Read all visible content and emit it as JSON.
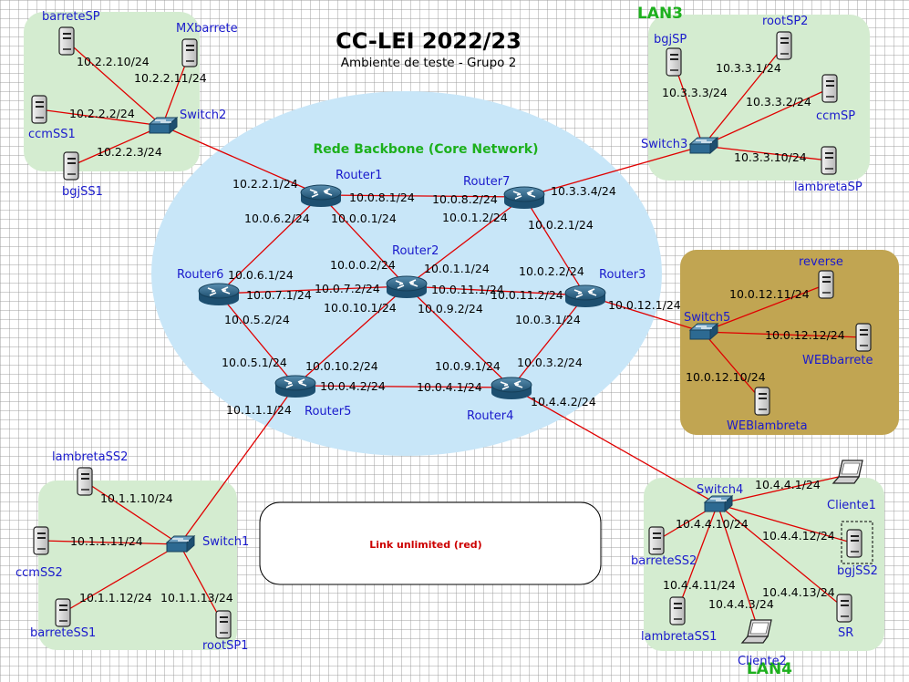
{
  "header": {
    "title": "CC-LEI 2022/23",
    "subtitle": "Ambiente de teste - Grupo 2"
  },
  "backbone_label": "Rede Backbone (Core Network)",
  "lan_labels": {
    "lan3": "LAN3",
    "lan4": "LAN4"
  },
  "legend": {
    "text": "Link unlimited (red)"
  },
  "colors": {
    "link": "#e00000",
    "backbone_fill": "#c8e6f8",
    "lan_fill": "#d4ecd0",
    "server_zone_fill": "#c1a552",
    "lan_title": "#1db01d",
    "node_label": "#1a1acc",
    "legend_text": "#cc0000"
  },
  "nodes": {
    "router1": "Router1",
    "router2": "Router2",
    "router3": "Router3",
    "router4": "Router4",
    "router5": "Router5",
    "router6": "Router6",
    "router7": "Router7",
    "switch1": "Switch1",
    "switch2": "Switch2",
    "switch3": "Switch3",
    "switch4": "Switch4",
    "switch5": "Switch5",
    "barreteSP": "barreteSP",
    "MXbarrete": "MXbarrete",
    "ccmSS1": "ccmSS1",
    "bgjSS1": "bgjSS1",
    "bgjSP": "bgjSP",
    "rootSP2": "rootSP2",
    "ccmSP": "ccmSP",
    "lambretaSP": "lambretaSP",
    "reverse": "reverse",
    "WEBbarrete": "WEBbarrete",
    "WEBlambreta": "WEBlambreta",
    "lambretaSS2": "lambretaSS2",
    "ccmSS2": "ccmSS2",
    "barreteSS1": "barreteSS1",
    "rootSP1": "rootSP1",
    "Cliente1": "Cliente1",
    "barreteSS2": "barreteSS2",
    "bgjSS2": "bgjSS2",
    "lambretaSS1": "lambretaSS1",
    "Cliente2": "Cliente2",
    "SR": "SR"
  },
  "addresses": {
    "a1": "10.2.2.10/24",
    "a2": "10.2.2.11/24",
    "a3": "10.2.2.2/24",
    "a4": "10.2.2.3/24",
    "a5": "10.2.2.1/24",
    "a6": "10.0.8.1/24",
    "a7": "10.0.8.2/24",
    "a8": "10.0.6.2/24",
    "a9": "10.0.0.1/24",
    "a10": "10.0.1.2/24",
    "a11": "10.3.3.4/24",
    "a12": "10.0.2.1/24",
    "a13": "10.3.3.1/24",
    "a14": "10.3.3.3/24",
    "a15": "10.3.3.2/24",
    "a16": "10.3.3.10/24",
    "a17": "10.0.0.2/24",
    "a18": "10.0.1.1/24",
    "a19": "10.0.6.1/24",
    "a20": "10.0.7.1/24",
    "a21": "10.0.7.2/24",
    "a22": "10.0.11.1/24",
    "a23": "10.0.11.2/24",
    "a24": "10.0.2.2/24",
    "a25": "10.0.10.1/24",
    "a26": "10.0.9.2/24",
    "a27": "10.0.12.1/24",
    "a28": "10.0.12.11/24",
    "a29": "10.0.12.12/24",
    "a30": "10.0.12.10/24",
    "a31": "10.0.5.2/24",
    "a32": "10.0.3.1/24",
    "a33": "10.0.5.1/24",
    "a34": "10.0.10.2/24",
    "a35": "10.0.9.1/24",
    "a36": "10.0.3.2/24",
    "a37": "10.0.4.2/24",
    "a38": "10.0.4.1/24",
    "a39": "10.1.1.1/24",
    "a40": "10.4.4.2/24",
    "a41": "10.1.1.10/24",
    "a42": "10.1.1.11/24",
    "a43": "10.1.1.12/24",
    "a44": "10.1.1.13/24",
    "a45": "10.4.4.1/24",
    "a46": "10.4.4.10/24",
    "a47": "10.4.4.12/24",
    "a48": "10.4.4.11/24",
    "a49": "10.4.4.3/24",
    "a50": "10.4.4.13/24"
  }
}
